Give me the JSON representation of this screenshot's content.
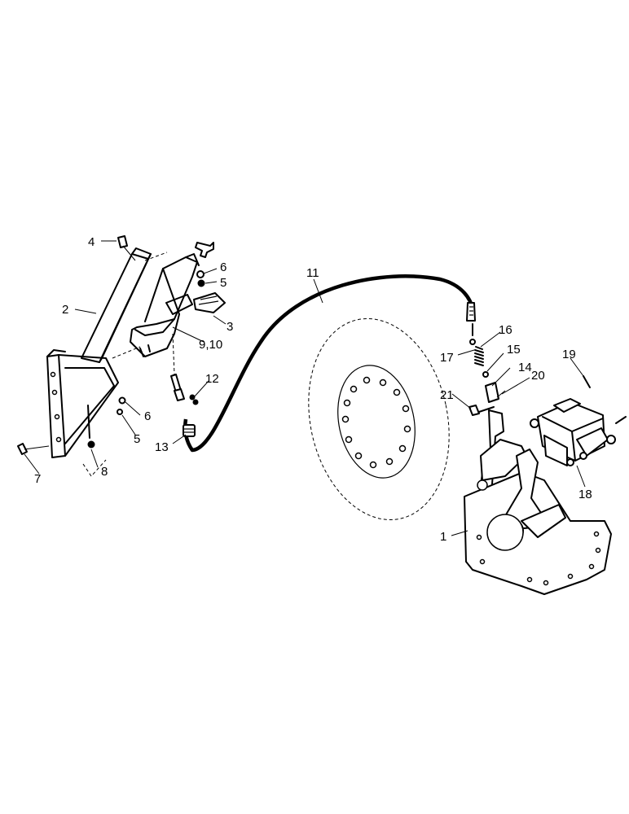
{
  "callouts": {
    "c1": "1",
    "c2": "2",
    "c3": "3",
    "c4": "4",
    "c5a": "5",
    "c5b": "5",
    "c6a": "6",
    "c6b": "6",
    "c7": "7",
    "c8": "8",
    "c910": "9,10",
    "c11": "11",
    "c12": "12",
    "c13": "13",
    "c14": "14",
    "c15": "15",
    "c16": "16",
    "c17": "17",
    "c18": "18",
    "c19": "19",
    "c20": "20",
    "c21": "21"
  }
}
